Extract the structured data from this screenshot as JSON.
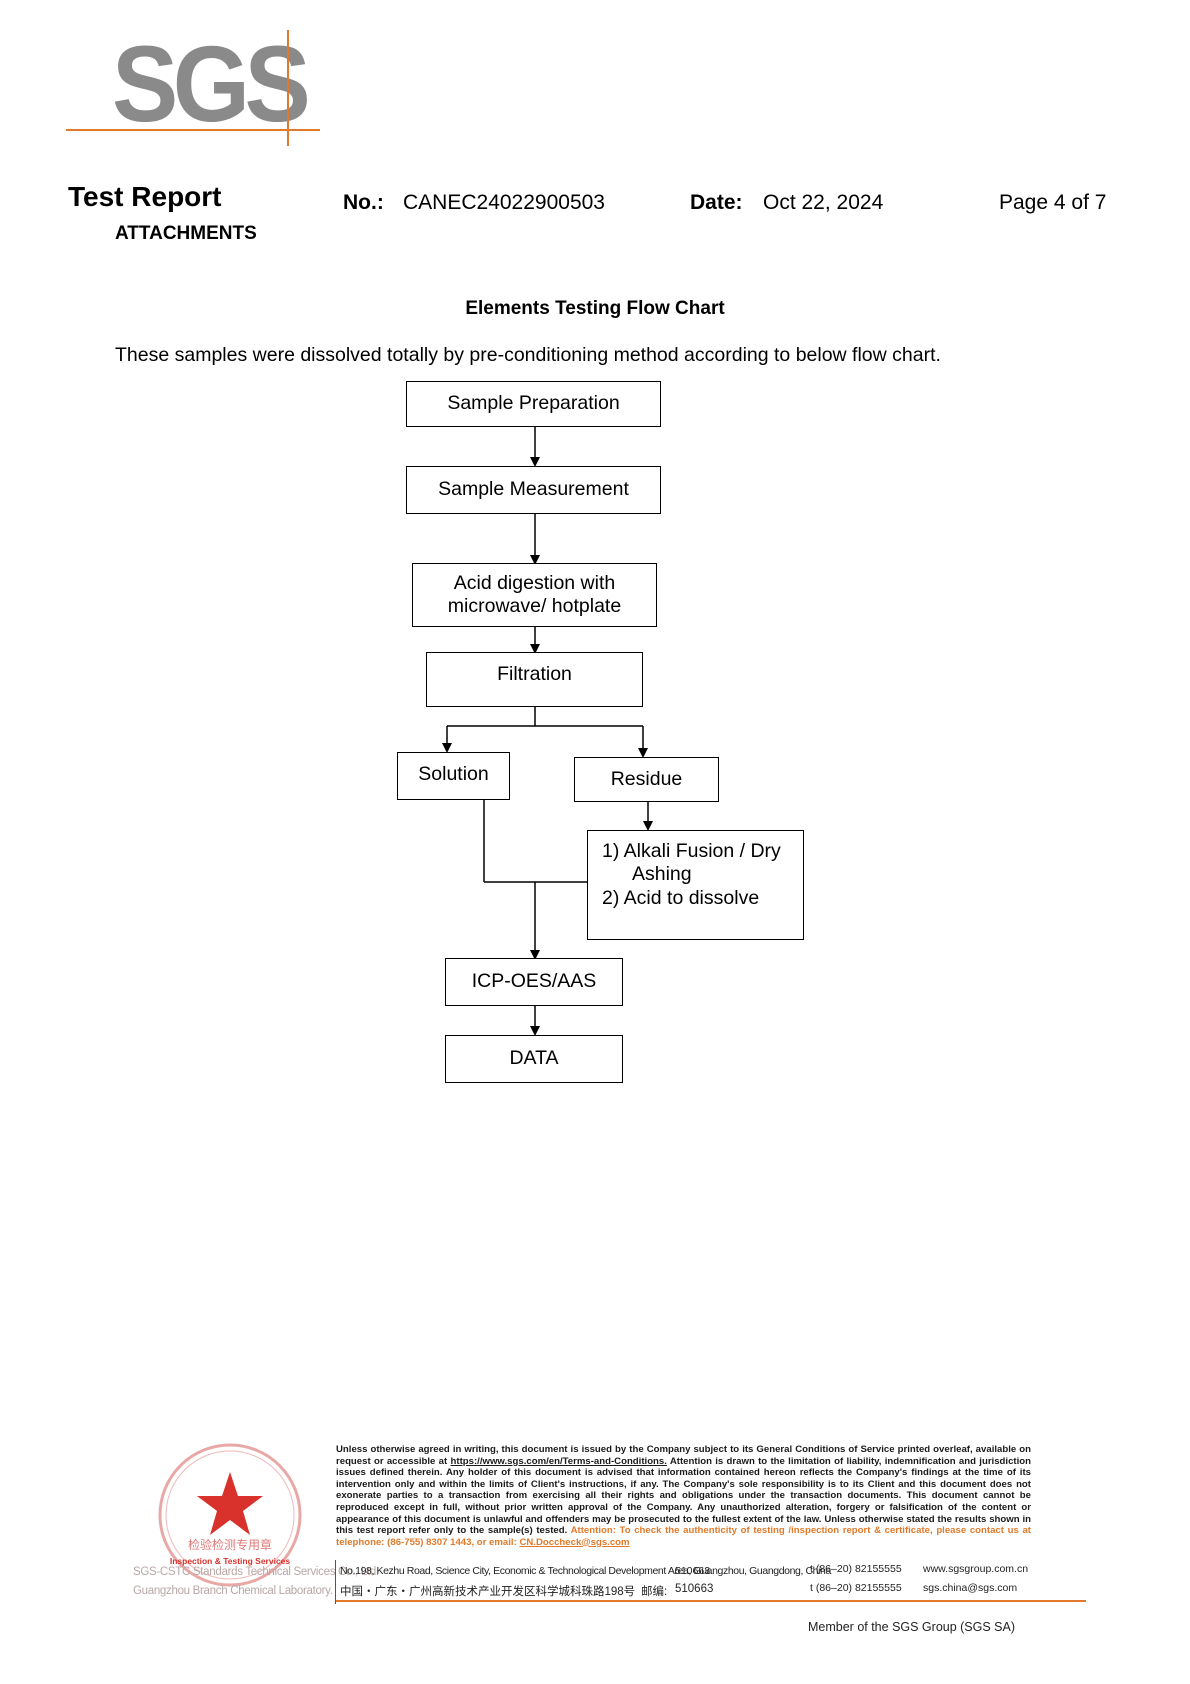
{
  "logo": {
    "text": "SGS"
  },
  "header": {
    "title": "Test Report",
    "subtitle": "ATTACHMENTS",
    "no_label": "No.:",
    "no_value": "CANEC24022900503",
    "date_label": "Date:",
    "date_value": "Oct 22, 2024",
    "page": "Page 4 of 7"
  },
  "section": {
    "title": "Elements Testing Flow Chart",
    "intro": "These samples were dissolved totally by pre-conditioning method according to below flow chart."
  },
  "flowchart": {
    "sample_preparation": "Sample Preparation",
    "sample_measurement": "Sample Measurement",
    "acid_digestion_line1": "Acid digestion with",
    "acid_digestion_line2": "microwave/ hotplate",
    "filtration": "Filtration",
    "solution": "Solution",
    "residue": "Residue",
    "residue_step1": "1) Alkali Fusion / Dry",
    "residue_step1_cont": "Ashing",
    "residue_step2": "2) Acid to dissolve",
    "icp": "ICP-OES/AAS",
    "data": "DATA"
  },
  "stamp": {
    "center_text": "检验检测专用章",
    "sub_text": "Inspection & Testing Services",
    "caption_line1": "SGS-CSTC Standards Technical Services Co., Ltd.",
    "caption_line2": "Guangzhou Branch Chemical Laboratory."
  },
  "footer": {
    "disclaimer_part1": "Unless otherwise agreed in writing, this document is issued by the Company subject to its General Conditions of Service printed overleaf, available on request or accessible at ",
    "terms_url": "https://www.sgs.com/en/Terms-and-Conditions.",
    "disclaimer_part2": " Attention is drawn to the limitation of liability, indemnification and jurisdiction issues defined therein. Any holder of this document is advised that information contained hereon reflects the Company's findings at the time of its intervention only and within the limits of Client's instructions, if any. The Company's sole responsibility is to its Client and this document does not exonerate parties to a transaction from exercising all their rights and obligations under the transaction documents. This document cannot be reproduced except in full, without prior written approval of the Company. Any unauthorized alteration, forgery or falsification of the content or appearance of this document is unlawful and offenders may be prosecuted to the fullest extent of the law. Unless otherwise stated the results shown in this test report refer only to the sample(s) tested.",
    "attention": "Attention: To check the authenticity of testing /inspection report & certificate, please contact us at telephone: (86-755) 8307 1443, or email: ",
    "attention_email": "CN.Doccheck@sgs.com",
    "address_en": "No.198, Kezhu Road, Science City, Economic & Technological Development Area, Guangzhou, Guangdong, China",
    "zip_en": "510663",
    "address_cn": "中国・广东・广州高新技术产业开发区科学城科珠路198号",
    "zip_cn_label": "邮编:",
    "zip_cn": "510663",
    "tel1": "t (86–20) 82155555",
    "tel2": "t (86–20) 82155555",
    "web1": "www.sgsgroup.com.cn",
    "web2": "sgs.china@sgs.com",
    "member": "Member of the SGS Group (SGS SA)"
  },
  "colors": {
    "accent": "#e07a2a",
    "logo_gray": "#8a8a8a",
    "stamp_red": "#d9312b"
  }
}
